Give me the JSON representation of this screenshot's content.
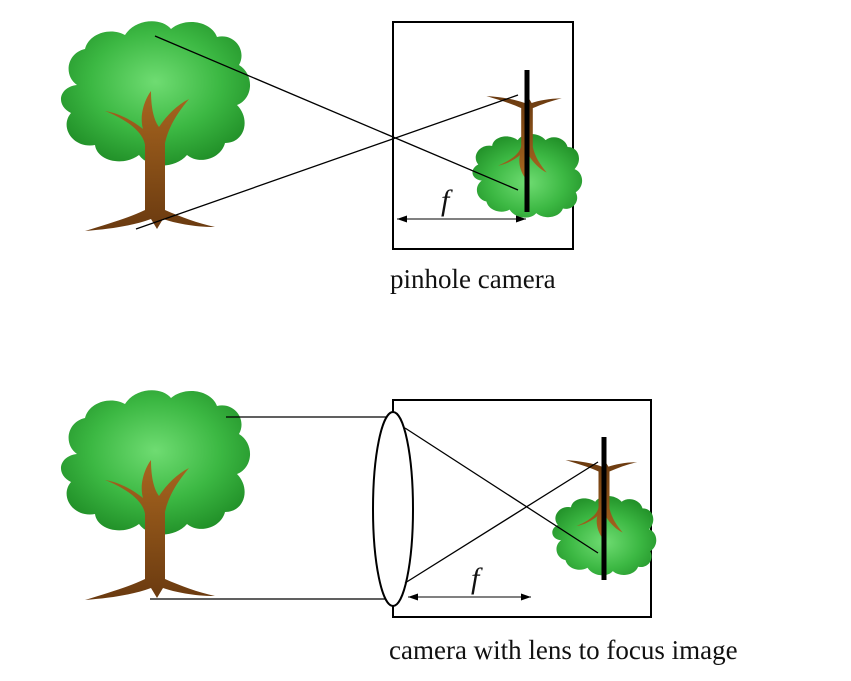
{
  "panels": {
    "pinhole": {
      "caption": "pinhole camera",
      "focal_label": "f"
    },
    "lens": {
      "caption": "camera with lens to focus image",
      "focal_label": "f"
    }
  },
  "colors": {
    "foliage_light": "#5fd063",
    "foliage_dark": "#1e8a24",
    "trunk_light": "#a4641f",
    "trunk_dark": "#6b3b0e",
    "stroke": "#000000"
  }
}
